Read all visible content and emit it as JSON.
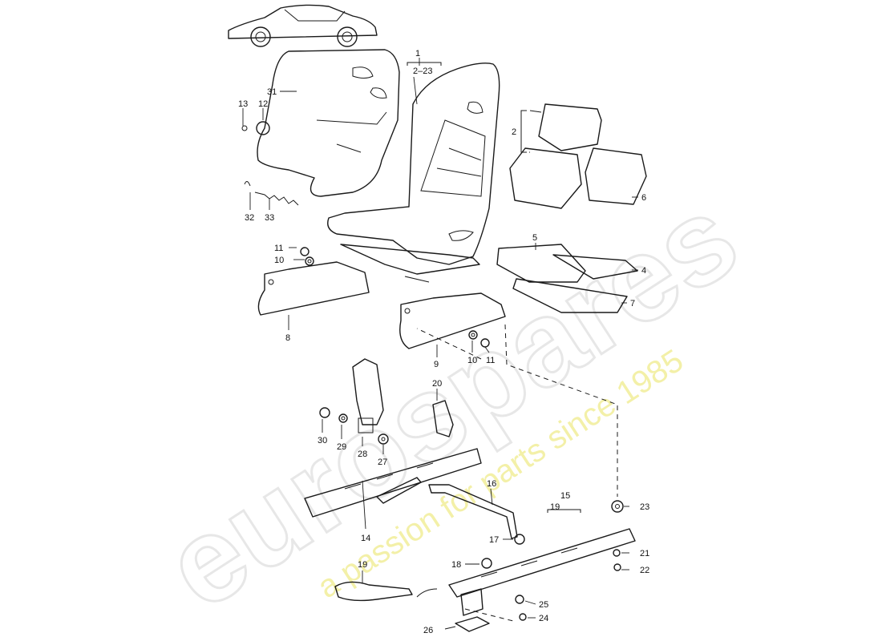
{
  "watermark": {
    "brand": "eurospares",
    "tagline": "a passion for parts since 1985",
    "tagline_color": "#f3f0a8"
  },
  "diagram": {
    "callouts": {
      "c1": "1",
      "c2_23": "2–23",
      "c2": "2",
      "c4": "4",
      "c5": "5",
      "c6": "6",
      "c7": "7",
      "c8": "8",
      "c9": "9",
      "c10a": "10",
      "c10b": "10",
      "c11a": "11",
      "c11b": "11",
      "c12": "12",
      "c13": "13",
      "c14": "14",
      "c15": "15",
      "c16": "16",
      "c17": "17",
      "c18": "18",
      "c19a": "19",
      "c19b": "19",
      "c20": "20",
      "c21": "21",
      "c22": "22",
      "c23": "23",
      "c24": "24",
      "c25": "25",
      "c26": "26",
      "c27": "27",
      "c28": "28",
      "c29": "29",
      "c30": "30",
      "c31": "31",
      "c32": "32",
      "c33": "33"
    }
  }
}
